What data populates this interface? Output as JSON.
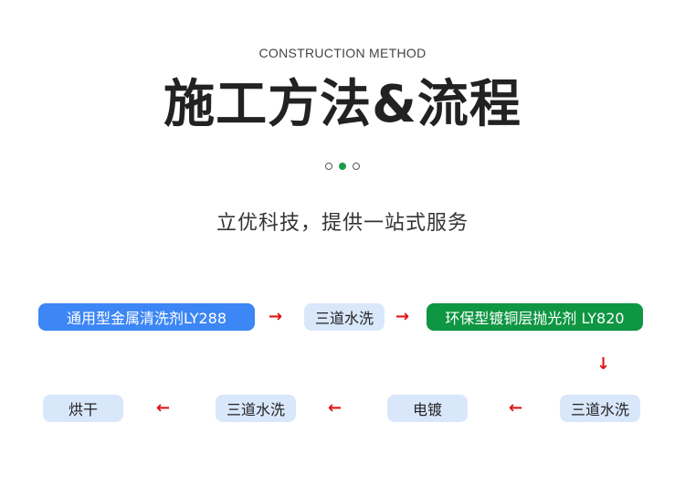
{
  "header": {
    "eyebrow": "CONSTRUCTION METHOD",
    "title": "施工方法&流程",
    "subtitle": "立优科技，提供一站式服务",
    "pager": {
      "count": 3,
      "active_index": 1
    }
  },
  "colors": {
    "accent_green": "#0f9642",
    "accent_blue": "#3c86f5",
    "step_light": "#d9e7fb",
    "arrow_red": "#e01414"
  },
  "flow": {
    "steps": [
      {
        "label": "通用型金属清洗剂LY288"
      },
      {
        "label": "三道水洗"
      },
      {
        "label": "环保型镀铜层抛光剂 LY820"
      },
      {
        "label": "三道水洗"
      },
      {
        "label": "电镀"
      },
      {
        "label": "三道水洗"
      },
      {
        "label": "烘干"
      }
    ],
    "arrow_icons": [
      "arrow-right-icon",
      "arrow-right-icon",
      "arrow-down-icon",
      "arrow-left-icon",
      "arrow-left-icon",
      "arrow-left-icon"
    ]
  }
}
